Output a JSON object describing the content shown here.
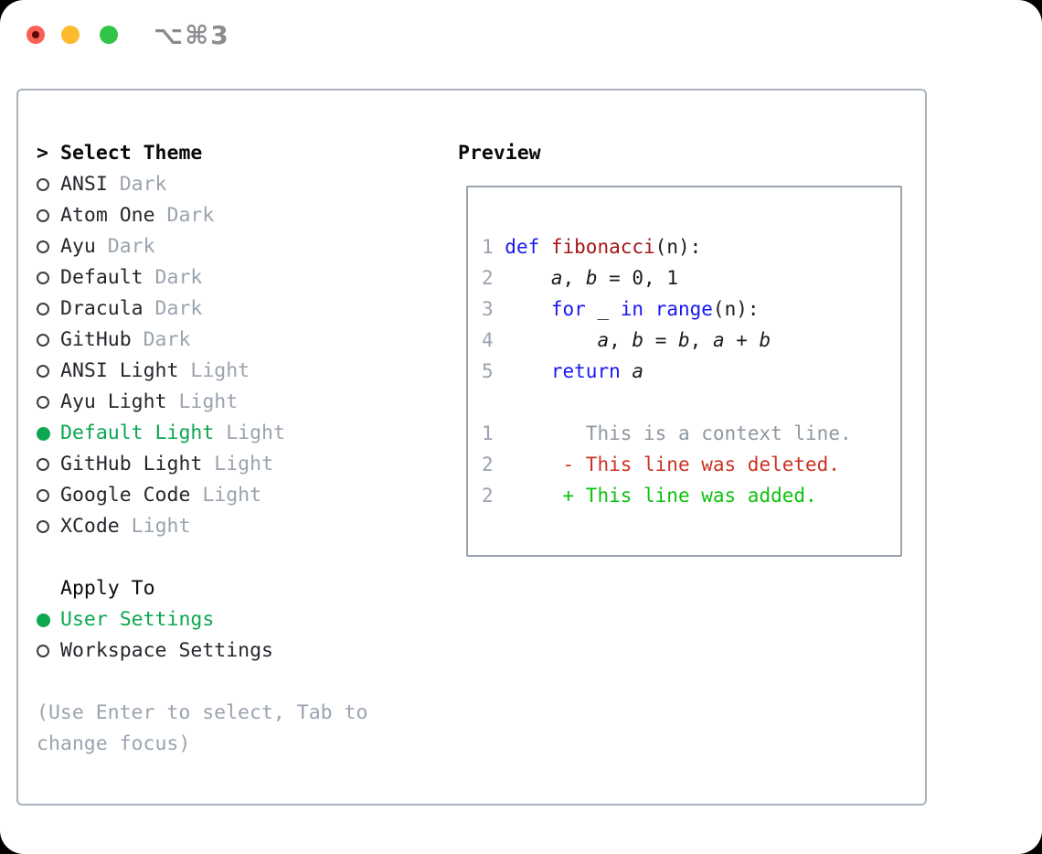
{
  "window": {
    "title": "⌥⌘3",
    "traffic_lights": [
      "close",
      "minimize",
      "zoom"
    ]
  },
  "theme_picker": {
    "header_marker": ">",
    "header": "Select Theme",
    "items": [
      {
        "label": "ANSI",
        "variant": "Dark",
        "selected": false
      },
      {
        "label": "Atom One",
        "variant": "Dark",
        "selected": false
      },
      {
        "label": "Ayu",
        "variant": "Dark",
        "selected": false
      },
      {
        "label": "Default",
        "variant": "Dark",
        "selected": false
      },
      {
        "label": "Dracula",
        "variant": "Dark",
        "selected": false
      },
      {
        "label": "GitHub",
        "variant": "Dark",
        "selected": false
      },
      {
        "label": "ANSI Light",
        "variant": "Light",
        "selected": false
      },
      {
        "label": "Ayu Light",
        "variant": "Light",
        "selected": false
      },
      {
        "label": "Default Light",
        "variant": "Light",
        "selected": true
      },
      {
        "label": "GitHub Light",
        "variant": "Light",
        "selected": false
      },
      {
        "label": "Google Code",
        "variant": "Light",
        "selected": false
      },
      {
        "label": "XCode",
        "variant": "Light",
        "selected": false
      }
    ]
  },
  "apply_to": {
    "header": "Apply To",
    "options": [
      {
        "label": "User Settings",
        "selected": true
      },
      {
        "label": "Workspace Settings",
        "selected": false
      }
    ]
  },
  "help_text": "(Use Enter to select, Tab to change focus)",
  "preview": {
    "header": "Preview",
    "code_lines": [
      {
        "number": "1",
        "tokens": [
          {
            "text": "def ",
            "style": "keyword"
          },
          {
            "text": "fibonacci",
            "style": "function"
          },
          {
            "text": "(n):",
            "style": "plain"
          }
        ]
      },
      {
        "number": "2",
        "tokens": [
          {
            "text": "    ",
            "style": "plain"
          },
          {
            "text": "a",
            "style": "variable"
          },
          {
            "text": ", ",
            "style": "plain"
          },
          {
            "text": "b",
            "style": "variable"
          },
          {
            "text": " = 0, 1",
            "style": "plain"
          }
        ]
      },
      {
        "number": "3",
        "tokens": [
          {
            "text": "    ",
            "style": "plain"
          },
          {
            "text": "for",
            "style": "keyword"
          },
          {
            "text": " _ ",
            "style": "plain"
          },
          {
            "text": "in",
            "style": "keyword"
          },
          {
            "text": " ",
            "style": "plain"
          },
          {
            "text": "range",
            "style": "keyword"
          },
          {
            "text": "(n):",
            "style": "plain"
          }
        ]
      },
      {
        "number": "4",
        "tokens": [
          {
            "text": "        ",
            "style": "plain"
          },
          {
            "text": "a",
            "style": "variable"
          },
          {
            "text": ", ",
            "style": "plain"
          },
          {
            "text": "b",
            "style": "variable"
          },
          {
            "text": " = ",
            "style": "plain"
          },
          {
            "text": "b",
            "style": "variable"
          },
          {
            "text": ", ",
            "style": "plain"
          },
          {
            "text": "a",
            "style": "variable"
          },
          {
            "text": " + ",
            "style": "plain"
          },
          {
            "text": "b",
            "style": "variable"
          }
        ]
      },
      {
        "number": "5",
        "tokens": [
          {
            "text": "    ",
            "style": "plain"
          },
          {
            "text": "return",
            "style": "keyword"
          },
          {
            "text": " ",
            "style": "plain"
          },
          {
            "text": "a",
            "style": "variable"
          }
        ]
      }
    ],
    "diff_lines": [
      {
        "number": "1",
        "tokens": [
          {
            "text": "       ",
            "style": "plain"
          },
          {
            "text": "This is a context line.",
            "style": "context"
          }
        ]
      },
      {
        "number": "2",
        "tokens": [
          {
            "text": "     ",
            "style": "plain"
          },
          {
            "text": "- This line was deleted.",
            "style": "deleted"
          }
        ]
      },
      {
        "number": "2",
        "tokens": [
          {
            "text": "     ",
            "style": "plain"
          },
          {
            "text": "+ This line was added.",
            "style": "added"
          }
        ]
      }
    ]
  },
  "colors": {
    "selection_green": "#0ca750",
    "diff_added_green": "#0dc20d",
    "diff_deleted_red": "#cc3222",
    "keyword_blue": "#1717f2",
    "function_red": "#a31515",
    "muted_gray": "#9aa3ae",
    "ink": "#26262d",
    "panel_border": "#a9b1bb",
    "preview_border": "#9ba3ad",
    "traffic_red": "#f95f54",
    "traffic_yellow": "#fcba2d",
    "traffic_green": "#30c546"
  }
}
